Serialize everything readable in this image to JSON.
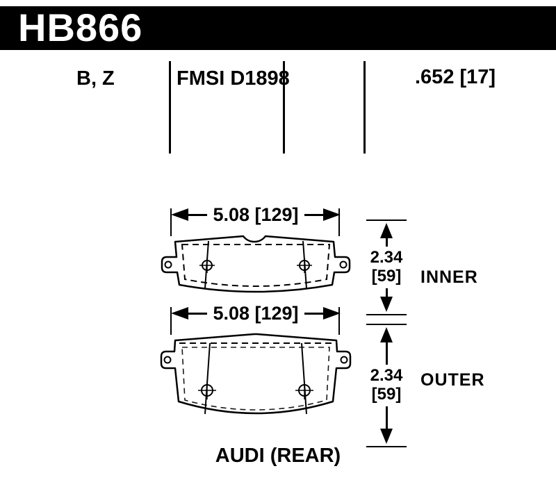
{
  "header": {
    "part_number": "HB866"
  },
  "spec_row": {
    "compounds": "B, Z",
    "fmsi": "FMSI D1898",
    "thickness": ".652 [17]"
  },
  "diagrams": {
    "inner": {
      "width": "5.08 [129]",
      "height": "2.34\n[59]",
      "label": "INNER"
    },
    "outer": {
      "width": "5.08 [129]",
      "height": "2.34\n[59]",
      "label": "OUTER"
    }
  },
  "footer": {
    "application": "AUDI (REAR)"
  },
  "colors": {
    "ink": "#000000",
    "background": "#ffffff",
    "banner_text": "#ffffff"
  }
}
